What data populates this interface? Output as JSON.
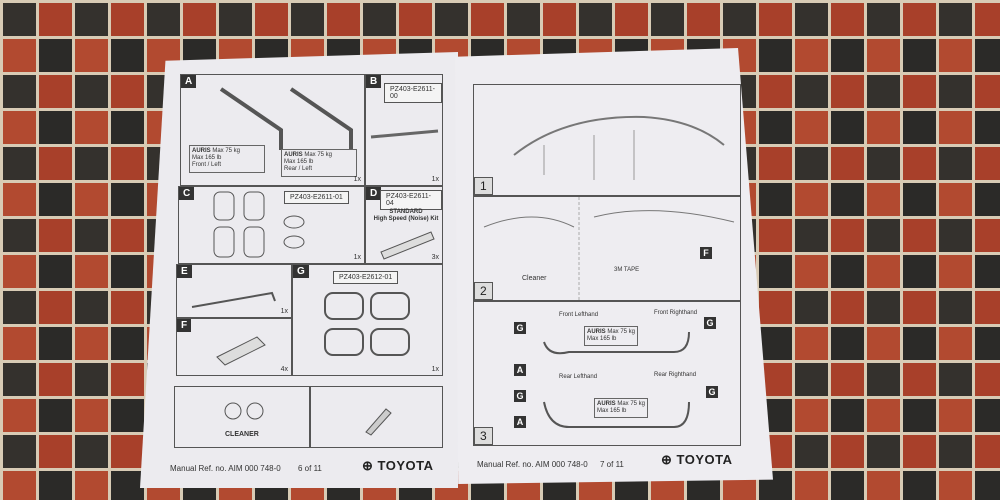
{
  "left_page": {
    "panels": {
      "A": {
        "label": "A",
        "qty": "1x",
        "tags": [
          {
            "model": "AURIS",
            "max_kg": "Max 75 kg",
            "max_lb": "Max 165 lb",
            "side": "Front / Left"
          },
          {
            "model": "AURIS",
            "max_kg": "Max 75 kg",
            "max_lb": "Max 165 lb",
            "side": "Rear / Left"
          }
        ]
      },
      "B": {
        "label": "B",
        "part": "PZ403-E2611-00",
        "qty": "1x"
      },
      "C": {
        "label": "C",
        "part": "PZ403-E2611-01",
        "qty": "1x"
      },
      "D": {
        "label": "D",
        "part": "PZ403-E2611-04",
        "title1": "STANDARD",
        "title2": "High Speed (Noise) Kit",
        "qty": "3x"
      },
      "E": {
        "label": "E",
        "qty": "1x"
      },
      "F": {
        "label": "F",
        "qty": "4x"
      },
      "G": {
        "label": "G",
        "part": "PZ403-E2612-01",
        "qty": "1x"
      },
      "cleaner": "CLEANER"
    },
    "footer": {
      "ref": "Manual Ref. no. AIM 000 748-0",
      "page": "6 of 11",
      "brand": "TOYOTA"
    }
  },
  "right_page": {
    "steps": [
      {
        "number": "1"
      },
      {
        "number": "2",
        "cleaner": "Cleaner",
        "tape": "3M TAPE",
        "marker": "F"
      },
      {
        "number": "3",
        "markers": [
          "G",
          "A"
        ],
        "positions": [
          "Front Lefthand",
          "Front Righthand",
          "Rear Lefthand",
          "Rear Righthand"
        ],
        "tag": {
          "model": "AURIS",
          "max_kg": "Max 75 kg",
          "max_lb": "Max 165 lb"
        }
      }
    ],
    "footer": {
      "ref": "Manual Ref. no. AIM 000 748-0",
      "page": "7 of 11",
      "brand": "TOYOTA"
    }
  }
}
